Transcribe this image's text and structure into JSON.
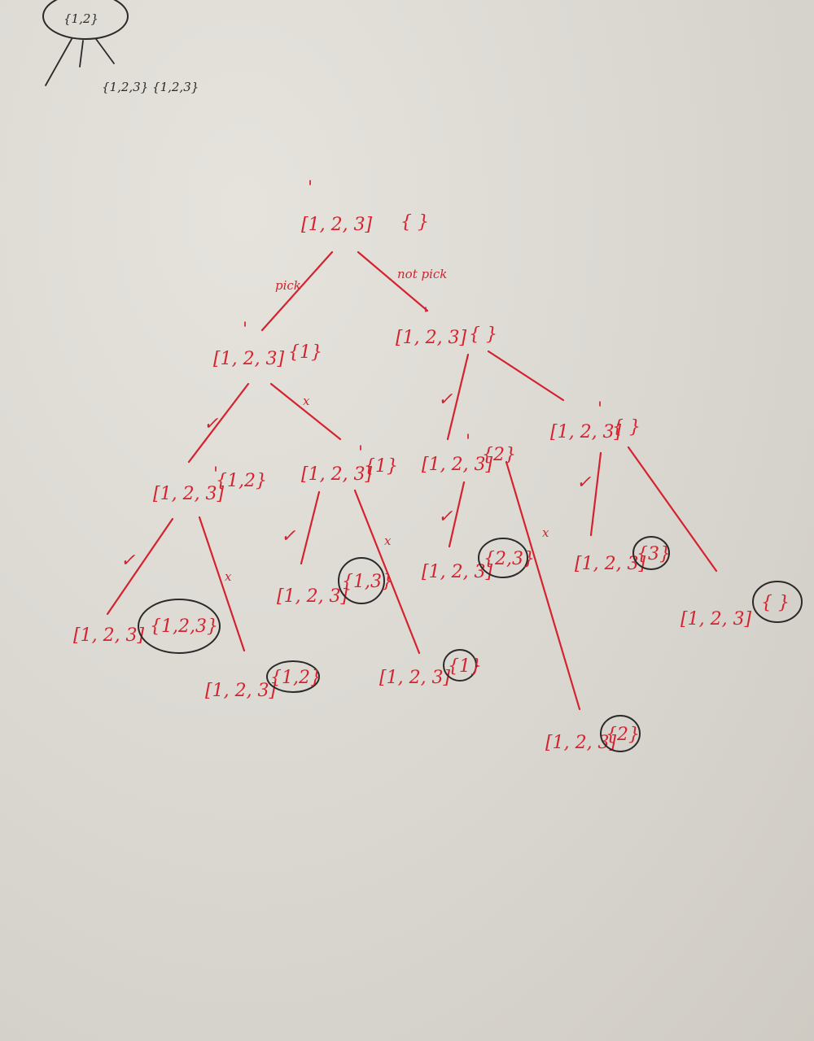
{
  "sketch": {
    "top_node": "{1,2}",
    "top_children": "{1,2,3} {1,2,3}"
  },
  "tree": {
    "root": {
      "list": "[1, 2, 3]",
      "set": "{ }"
    },
    "edge_labels": {
      "pick": "pick",
      "not_pick": "not pick"
    },
    "level1": [
      {
        "list": "[1, 2, 3]",
        "set": "{1}"
      },
      {
        "list": "[1, 2, 3]",
        "set": "{ }"
      }
    ],
    "level2": [
      {
        "list": "[1, 2, 3]",
        "set": "{1,2}"
      },
      {
        "list": "[1, 2, 3]",
        "set": "{1}"
      },
      {
        "list": "[1, 2, 3]",
        "set": "{2}"
      },
      {
        "list": "[1, 2, 3]",
        "set": "{ }"
      }
    ],
    "leaves": [
      {
        "list": "[1, 2, 3]",
        "set": "{1,2,3}"
      },
      {
        "list": "[1, 2, 3]",
        "set": "{1,2}"
      },
      {
        "list": "[1, 2, 3]",
        "set": "{1,3}"
      },
      {
        "list": "[1, 2, 3]",
        "set": "{1}"
      },
      {
        "list": "[1, 2, 3]",
        "set": "{2,3}"
      },
      {
        "list": "[1, 2, 3]",
        "set": "{2}"
      },
      {
        "list": "[1, 2, 3]",
        "set": "{3}"
      },
      {
        "list": "[1, 2, 3]",
        "set": "{ }"
      }
    ],
    "marks": {
      "check": "✓",
      "cross": "x",
      "pointer": "'"
    }
  },
  "colors": {
    "red_ink": "#d4222f",
    "black_ink": "#2a2a2a",
    "paper": "#dcd9d3"
  }
}
